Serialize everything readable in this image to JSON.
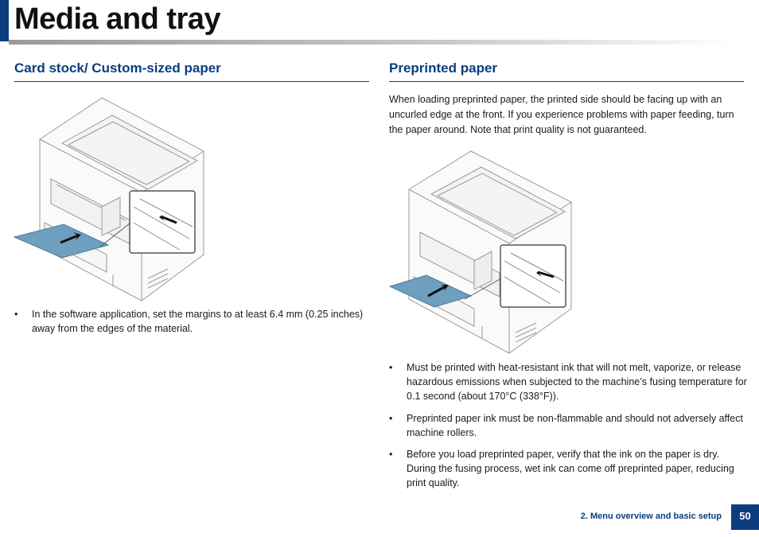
{
  "header": {
    "title": "Media and tray"
  },
  "left": {
    "heading": "Card stock/ Custom-sized paper",
    "bullets": [
      {
        "marker": "•",
        "text": "In the software application, set the margins to at least 6.4 mm (0.25 inches) away from the edges of the material."
      }
    ]
  },
  "right": {
    "heading": "Preprinted paper",
    "intro": "When loading preprinted paper, the printed side should be facing up with an uncurled edge at the front. If you experience problems with paper feeding, turn the paper around. Note that print quality is not guaranteed.",
    "bullets": [
      {
        "marker": "•",
        "text": "Must be printed with heat-resistant ink that will not melt, vaporize, or release hazardous emissions when subjected to the machine’s fusing temperature for 0.1 second (about 170°C (338°F))."
      },
      {
        "marker": "•",
        "text": "Preprinted paper ink must be non-flammable and should not adversely affect machine rollers."
      },
      {
        "marker": "•",
        "text": "Before you load preprinted paper, verify that the ink on the paper is dry. During the fusing process, wet ink can come off preprinted paper, reducing print quality."
      }
    ]
  },
  "footer": {
    "chapter": "2.  Menu overview and basic setup",
    "page_number": "50"
  },
  "colors": {
    "accent": "#0b3d7e",
    "paper_blue": "#6f9fbf"
  }
}
